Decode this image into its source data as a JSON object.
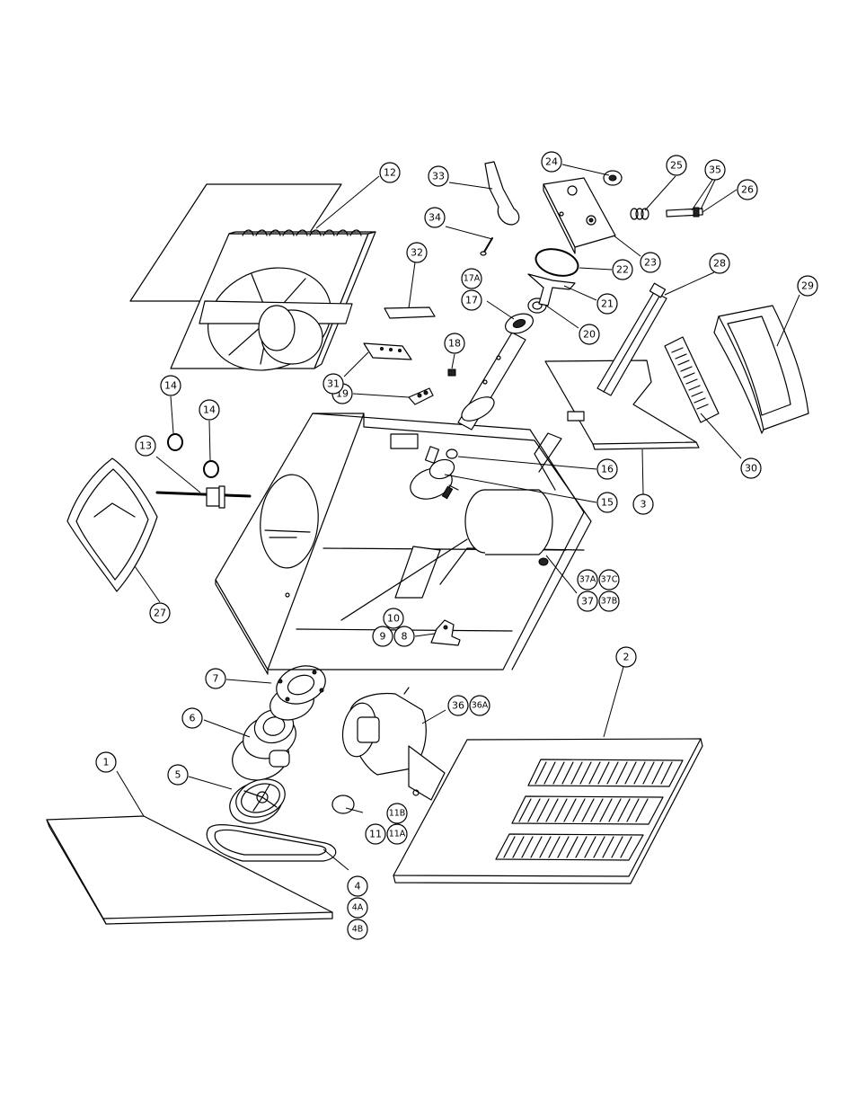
{
  "callouts": [
    {
      "id": "c1",
      "label": "1"
    },
    {
      "id": "c2",
      "label": "2"
    },
    {
      "id": "c3",
      "label": "3"
    },
    {
      "id": "c4",
      "label": "4"
    },
    {
      "id": "c4A",
      "label": "4A"
    },
    {
      "id": "c4B",
      "label": "4B"
    },
    {
      "id": "c5",
      "label": "5"
    },
    {
      "id": "c6",
      "label": "6"
    },
    {
      "id": "c7",
      "label": "7"
    },
    {
      "id": "c8",
      "label": "8"
    },
    {
      "id": "c9",
      "label": "9"
    },
    {
      "id": "c10",
      "label": "10"
    },
    {
      "id": "c11",
      "label": "11"
    },
    {
      "id": "c11A",
      "label": "11A"
    },
    {
      "id": "c11B",
      "label": "11B"
    },
    {
      "id": "c12",
      "label": "12"
    },
    {
      "id": "c13",
      "label": "13"
    },
    {
      "id": "c14a",
      "label": "14"
    },
    {
      "id": "c14b",
      "label": "14"
    },
    {
      "id": "c15",
      "label": "15"
    },
    {
      "id": "c16",
      "label": "16"
    },
    {
      "id": "c17",
      "label": "17"
    },
    {
      "id": "c17A",
      "label": "17A"
    },
    {
      "id": "c18",
      "label": "18"
    },
    {
      "id": "c19",
      "label": "19"
    },
    {
      "id": "c20",
      "label": "20"
    },
    {
      "id": "c21",
      "label": "21"
    },
    {
      "id": "c22",
      "label": "22"
    },
    {
      "id": "c23",
      "label": "23"
    },
    {
      "id": "c24",
      "label": "24"
    },
    {
      "id": "c25",
      "label": "25"
    },
    {
      "id": "c26",
      "label": "26"
    },
    {
      "id": "c27",
      "label": "27"
    },
    {
      "id": "c28",
      "label": "28"
    },
    {
      "id": "c29",
      "label": "29"
    },
    {
      "id": "c30",
      "label": "30"
    },
    {
      "id": "c31",
      "label": "31"
    },
    {
      "id": "c32",
      "label": "32"
    },
    {
      "id": "c33",
      "label": "33"
    },
    {
      "id": "c34",
      "label": "34"
    },
    {
      "id": "c35",
      "label": "35"
    },
    {
      "id": "c36",
      "label": "36"
    },
    {
      "id": "c36A",
      "label": "36A"
    },
    {
      "id": "c37",
      "label": "37"
    },
    {
      "id": "c37A",
      "label": "37A"
    },
    {
      "id": "c37B",
      "label": "37B"
    },
    {
      "id": "c37C",
      "label": "37C"
    }
  ]
}
